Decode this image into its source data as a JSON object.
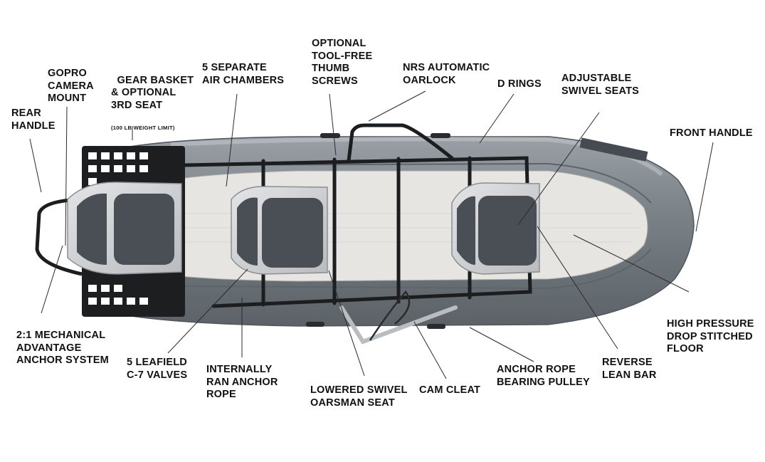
{
  "colors": {
    "tube_dark": "#6d7379",
    "tube_mid": "#8a9096",
    "tube_light": "#b7bcc1",
    "floor": "#e6e5e1",
    "frame": "#1b1d1f",
    "seat_shell": "#d2d4d6",
    "seat_cushion": "#4a4f55",
    "label_text": "#111111",
    "leader_line": "#2a2a2a"
  },
  "labels": {
    "rear_handle": "REAR\nHANDLE",
    "gopro_mount": "GOPRO\nCAMERA\nMOUNT",
    "gear_basket": "GEAR BASKET\n& OPTIONAL\n3RD SEAT",
    "gear_basket_note": "(100 LB WEIGHT LIMIT)",
    "air_chambers": "5 SEPARATE\nAIR CHAMBERS",
    "thumb_screws": "OPTIONAL\nTOOL-FREE\nTHUMB\nSCREWS",
    "oarlock": "NRS AUTOMATIC\nOARLOCK",
    "d_rings": "D RINGS",
    "swivel_seats": "ADJUSTABLE\nSWIVEL SEATS",
    "front_handle": "FRONT HANDLE",
    "anchor_system": "2:1 MECHANICAL\nADVANTAGE\nANCHOR SYSTEM",
    "valves": "5 LEAFIELD\nC-7 VALVES",
    "anchor_rope": "INTERNALLY\nRAN ANCHOR\nROPE",
    "oarsman_seat": "LOWERED SWIVEL\nOARSMAN SEAT",
    "cam_cleat": "CAM CLEAT",
    "pulley": "ANCHOR ROPE\nBEARING PULLEY",
    "lean_bar": "REVERSE\nLEAN BAR",
    "floor": "HIGH PRESSURE\nDROP STITCHED\nFLOOR"
  }
}
